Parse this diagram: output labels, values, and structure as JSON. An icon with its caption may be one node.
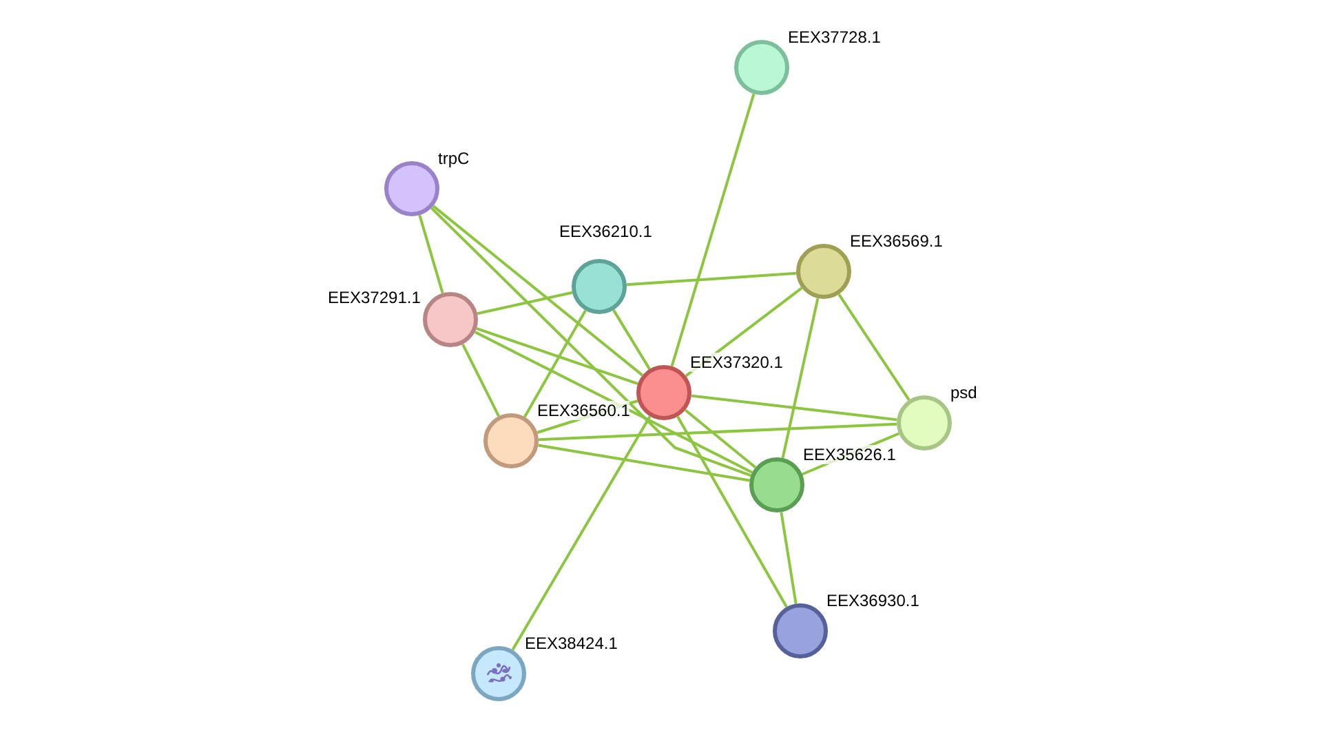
{
  "diagram": {
    "nodes": [
      {
        "text": [
          "EEX37728.1"
        ]
      },
      {
        "text": [
          "trpC"
        ]
      },
      {
        "text": [
          "EEX36210.1"
        ]
      },
      {
        "text": [
          "EEX36569.1"
        ]
      },
      {
        "text": [
          "EEX37291.1"
        ]
      },
      {
        "text": [
          "EEX37320.1"
        ]
      },
      {
        "text": [
          "EEX36560.1"
        ]
      },
      {
        "text": [
          "psd"
        ]
      },
      {
        "text": [
          "EEX35626.1"
        ]
      },
      {
        "text": [
          "EEX36930.1"
        ]
      },
      {
        "text": [
          "EEX38424.1"
        ]
      }
    ],
    "edges": [
      {
        "from": 0,
        "to": 5,
        "arrow": "none"
      },
      {
        "from": 1,
        "to": 4,
        "arrow": "none"
      },
      {
        "from": 1,
        "to": 5,
        "arrow": "none"
      },
      {
        "from": 1,
        "to": 8,
        "arrow": "none"
      },
      {
        "from": 2,
        "to": 4,
        "arrow": "none"
      },
      {
        "from": 2,
        "to": 3,
        "arrow": "none"
      },
      {
        "from": 2,
        "to": 6,
        "arrow": "none"
      },
      {
        "from": 2,
        "to": 5,
        "arrow": "none"
      },
      {
        "from": 3,
        "to": 5,
        "arrow": "none"
      },
      {
        "from": 3,
        "to": 7,
        "arrow": "none"
      },
      {
        "from": 3,
        "to": 8,
        "arrow": "none"
      },
      {
        "from": 4,
        "to": 5,
        "arrow": "none"
      },
      {
        "from": 4,
        "to": 6,
        "arrow": "none"
      },
      {
        "from": 4,
        "to": 8,
        "arrow": "none"
      },
      {
        "from": 5,
        "to": 6,
        "arrow": "none"
      },
      {
        "from": 5,
        "to": 7,
        "arrow": "none"
      },
      {
        "from": 5,
        "to": 8,
        "arrow": "none"
      },
      {
        "from": 5,
        "to": 9,
        "arrow": "none"
      },
      {
        "from": 5,
        "to": 10,
        "arrow": "none"
      },
      {
        "from": 6,
        "to": 8,
        "arrow": "none"
      },
      {
        "from": 6,
        "to": 7,
        "arrow": "none"
      },
      {
        "from": 7,
        "to": 8,
        "arrow": "none"
      },
      {
        "from": 8,
        "to": 9,
        "arrow": "none"
      }
    ]
  }
}
